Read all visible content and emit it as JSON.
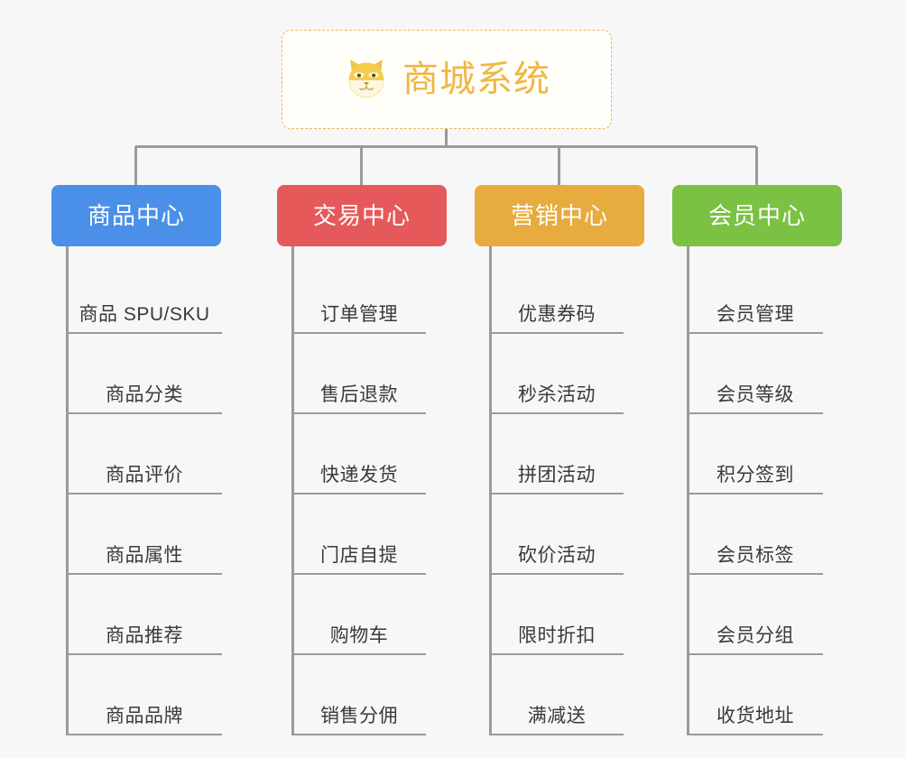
{
  "page": {
    "background_color": "#f7f7f7",
    "line_color": "#9a9a9a",
    "text_color": "#3a3a3a"
  },
  "root": {
    "title": "商城系统",
    "icon": "shiba-dog-face-icon",
    "accent_color": "#efb743",
    "border_style": "dashed",
    "background_color": "#fffef9"
  },
  "columns": [
    {
      "header": "商品中心",
      "color": "#4a90e8",
      "items": [
        "商品 SPU/SKU",
        "商品分类",
        "商品评价",
        "商品属性",
        "商品推荐",
        "商品品牌"
      ]
    },
    {
      "header": "交易中心",
      "color": "#e5595a",
      "items": [
        "订单管理",
        "售后退款",
        "快递发货",
        "门店自提",
        "购物车",
        "销售分佣"
      ]
    },
    {
      "header": "营销中心",
      "color": "#e8ab3d",
      "items": [
        "优惠券码",
        "秒杀活动",
        "拼团活动",
        "砍价活动",
        "限时折扣",
        "满减送"
      ]
    },
    {
      "header": "会员中心",
      "color": "#7bc144",
      "items": [
        "会员管理",
        "会员等级",
        "积分签到",
        "会员标签",
        "会员分组",
        "收货地址"
      ]
    }
  ]
}
